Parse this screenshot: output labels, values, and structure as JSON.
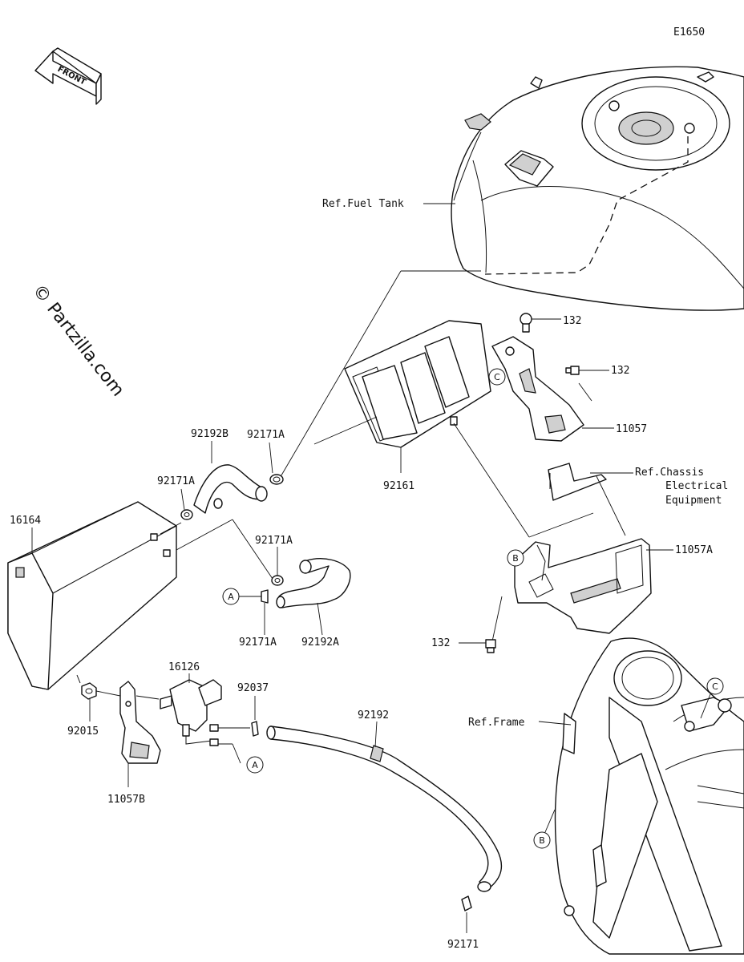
{
  "diagram_code": "E1650",
  "front_arrow": "FRONT",
  "watermark": "© Partzilla.com",
  "labels": {
    "ref_fuel_tank": "Ref.Fuel Tank",
    "p132_a": "132",
    "p132_b": "132",
    "p132_c": "132",
    "p11057": "11057",
    "ref_chassis_1": "Ref.Chassis",
    "ref_chassis_2": "Electrical",
    "ref_chassis_3": "Equipment",
    "p11057A": "11057A",
    "p92161": "92161",
    "p92192B": "92192B",
    "p92171A_top": "92171A",
    "p92171A_left": "92171A",
    "p16164": "16164",
    "p92171A_mid": "92171A",
    "p92171A_low": "92171A",
    "p92192A": "92192A",
    "p16126": "16126",
    "p92037": "92037",
    "p92192": "92192",
    "p92015": "92015",
    "p11057B": "11057B",
    "ref_frame": "Ref.Frame",
    "p92171": "92171"
  },
  "callouts": {
    "c_top": "C",
    "c_right": "C",
    "b_mid": "B",
    "b_low": "B",
    "a_left": "A",
    "a_low": "A"
  },
  "icons": [
    "front-arrow-icon"
  ],
  "colors": {
    "line": "#111111",
    "background": "#ffffff"
  }
}
